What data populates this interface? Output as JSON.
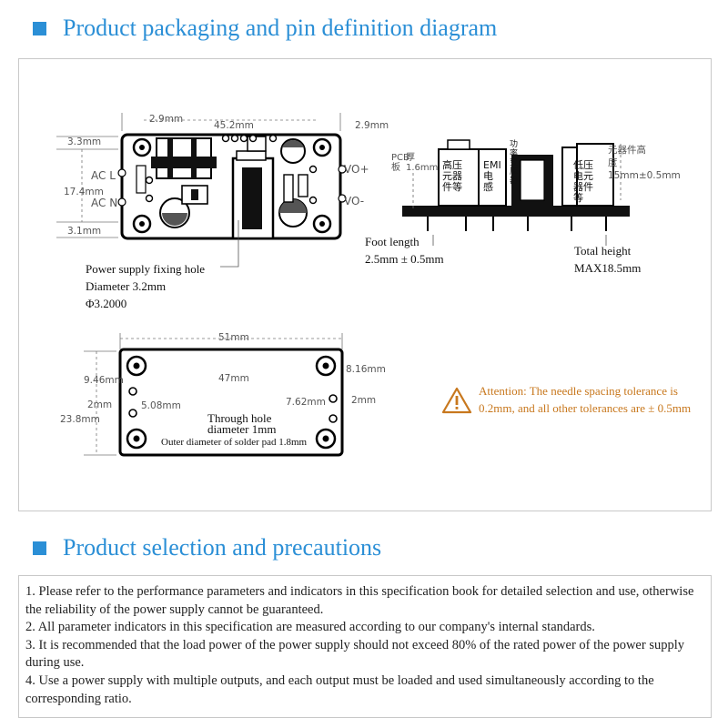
{
  "section1": {
    "title": "Product packaging and pin definition diagram"
  },
  "section2": {
    "title": "Product selection and precautions"
  },
  "top_view": {
    "dims": {
      "left_margin": "2.9mm",
      "width": "45.2mm",
      "right_margin": "2.9mm",
      "top_hole": "3.3mm",
      "height": "17.4mm",
      "bottom_hole": "3.1mm"
    },
    "pins": {
      "acl": "AC L",
      "acn": "AC N",
      "vo_plus": "VO+",
      "vo_minus": "VO-"
    }
  },
  "fixing_hole": {
    "line1": "Power supply fixing hole",
    "line2": "Diameter 3.2mm",
    "line3": "Φ3.2000"
  },
  "side_view": {
    "pcb_label": "PCB板",
    "pcb_thickness": "厚1.6mm",
    "high_voltage": "高压元器件等",
    "emi": "EMI电感",
    "transformer": "功率变压器",
    "low_voltage": "低压电元器件等",
    "component_height": "元器件高度15mm±0.5mm",
    "foot_length_title": "Foot length",
    "foot_length_value": "2.5mm ± 0.5mm",
    "total_height_title": "Total height",
    "total_height_value": "MAX18.5mm"
  },
  "bottom_view": {
    "dims": {
      "total_width": "51mm",
      "hole_span": "47mm",
      "left_top": "9.46mm",
      "right_top": "8.16mm",
      "pin_pitch_left": "5.08mm",
      "pin_pitch_right": "7.62mm",
      "left_small": "2mm",
      "right_small": "2mm",
      "total_height": "23.8mm"
    },
    "through_hole_1": "Through hole",
    "through_hole_2": "diameter 1mm",
    "pad_diameter": "Outer diameter of solder pad 1.8mm"
  },
  "attention": {
    "text": "Attention: The needle spacing tolerance is 0.2mm, and all other tolerances are ± 0.5mm",
    "color": "#c8781e"
  },
  "notes": [
    "1. Please refer to the performance parameters and indicators in this specification book for detailed selection and use, otherwise the reliability of the power supply cannot be guaranteed.",
    "2. All parameter indicators in this specification are measured according to our company's internal standards.",
    "3. It is recommended that the load power of the power supply should not exceed 80% of the rated power of the power supply during use.",
    "4. Use a power supply with multiple outputs, and each output must be loaded and used simultaneously according to the corresponding ratio."
  ],
  "colors": {
    "accent": "#2b8fd6",
    "warning": "#c8781e"
  }
}
